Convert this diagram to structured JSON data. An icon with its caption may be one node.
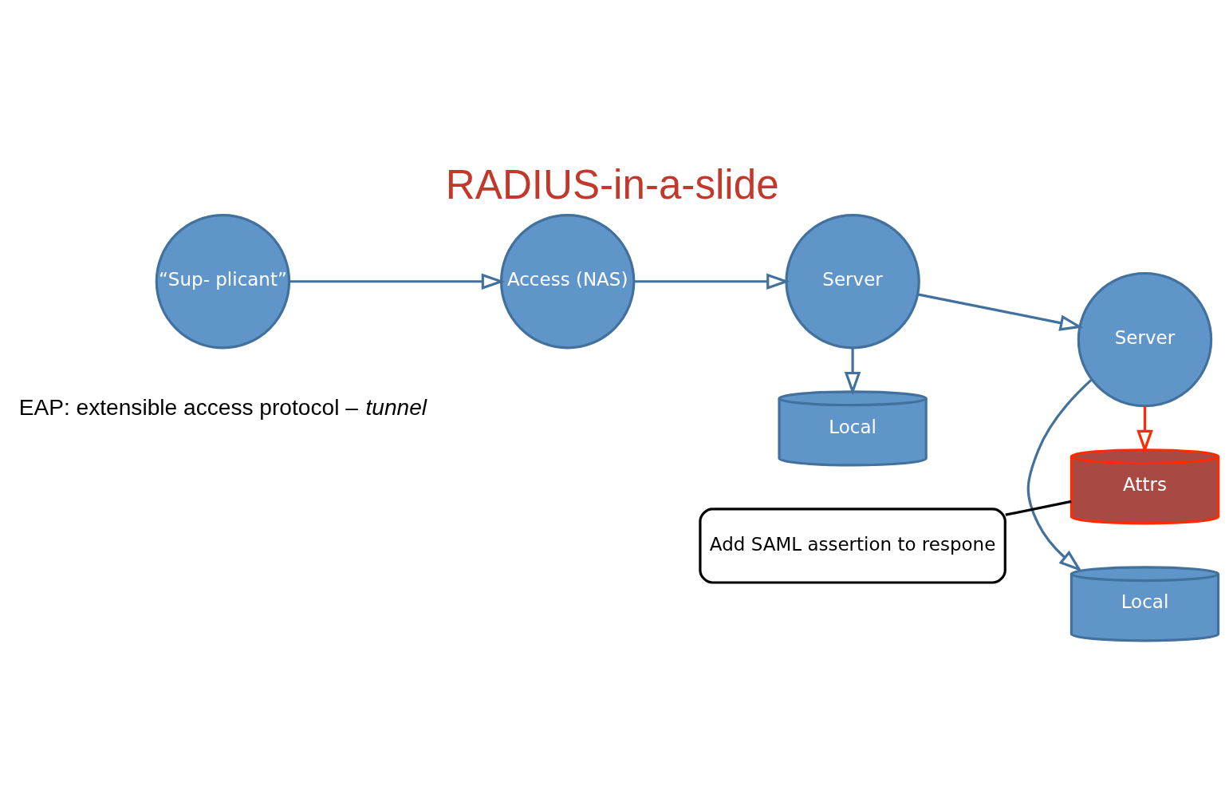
{
  "diagram": {
    "title": "RADIUS-in-a-slide",
    "caption": "EAP: extensible access protocol – *tunnel*",
    "nodes": [
      {
        "text": [
          "“Sup- plicant”"
        ]
      },
      {
        "text": [
          "Access (NAS)"
        ]
      },
      {
        "text": [
          "Server"
        ]
      },
      {
        "text": [
          "Server"
        ]
      },
      {
        "text": [
          "Local"
        ]
      },
      {
        "text": [
          "Local"
        ]
      },
      {
        "text": [
          "Attrs"
        ]
      },
      {
        "text": [
          "Add SAML assertion to respone"
        ]
      }
    ],
    "edges": [
      {
        "from": 0,
        "to": 1,
        "arrow": "to"
      },
      {
        "from": 1,
        "to": 2,
        "arrow": "to"
      },
      {
        "from": 2,
        "to": 3,
        "arrow": "to"
      },
      {
        "from": 2,
        "to": 4,
        "arrow": "to"
      },
      {
        "from": 3,
        "to": 5,
        "arrow": "to"
      },
      {
        "from": 3,
        "to": 6,
        "arrow": "to",
        "color": "#ff2a00"
      },
      {
        "from": 7,
        "to": 6,
        "arrow": "none",
        "color": "#000000"
      }
    ]
  }
}
